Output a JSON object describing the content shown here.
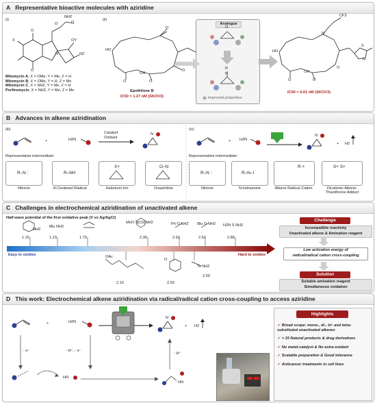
{
  "panels": {
    "a": {
      "letter": "A",
      "title": "Representative bioactive molecules with aziridine"
    },
    "b": {
      "letter": "B",
      "title": "Advances in alkene aziridination"
    },
    "c": {
      "letter": "C",
      "title": "Challenges in electrochemical aziridination of unactivated alkene"
    },
    "d": {
      "letter": "D",
      "title": "This work: Electrochemical alkene aziridination via radical/radical cation cross-coupling to access aziridine"
    }
  },
  "a": {
    "label_i": "(i)",
    "label_ii": "(ii)",
    "mito_labels": {
      "nh2": "NH2",
      "x": "X",
      "y": "Y",
      "z": "Z",
      "o1": "O",
      "o2": "O",
      "o3": "O",
      "oy": "OY",
      "nz": "NZ",
      "n": "N",
      "o4": "O"
    },
    "mitomycins": [
      {
        "name": "Mitomycin A",
        "subs": ", X = OMe, Y = Me, Z = H"
      },
      {
        "name": "Mitomycin B",
        "subs": ", X = OMe, Y = H, Z = Me"
      },
      {
        "name": "Mitomycin C",
        "subs": ", X = NH2, Y = Me, Z = H"
      },
      {
        "name": "Porfiromycin",
        "subs": ", X = NH2, Y = Me, Z = Me"
      }
    ],
    "epo_labels": {
      "ho": "HO",
      "oh": "OH",
      "o1": "O",
      "o2": "O",
      "o3": "O",
      "o4": "O",
      "s": "S",
      "n": "N"
    },
    "epothilone_name": "Epothilone B",
    "epothilone_ic50": "IC50 = 1.27 nM (SKOV3)",
    "analogue_label": "Analogue",
    "analogue_o": "O",
    "analogue_n": "N",
    "analogue_r": "R",
    "improved": "improved properties",
    "product_labels": {
      "cf3": "CF3",
      "n": "N",
      "ho": "HO",
      "oh": "OH",
      "o1": "O",
      "o2": "O",
      "o3": "O",
      "s": "S",
      "n2": "N"
    },
    "product_ic50": "IC50 = 0.01 nM (SKOV3)"
  },
  "b": {
    "label_iii": "(iii)",
    "label_iv": "(iv)",
    "plus": "+",
    "h2n": "H2N",
    "r": "R",
    "catalyst": "Catalyst",
    "oxidant": "Oxidant",
    "n": "N",
    "h2": "H2",
    "rep_left": "Representative intermediate:",
    "rep_right": "Representative intermediate:",
    "left_cards": [
      {
        "formula": "R–N :",
        "caption": "Nitrene"
      },
      {
        "formula": "R–NH",
        "caption": "N-Centered Radical"
      },
      {
        "formula": "X+",
        "caption": "Halonium Ion"
      },
      {
        "formula": "O–N",
        "caption": "Oxaziridine"
      }
    ],
    "right_cards": [
      {
        "formula": "R–N :",
        "caption": "Nitrene"
      },
      {
        "formula": "R–N–I",
        "caption": "N-Iodoamine"
      },
      {
        "formula": "R·+",
        "caption": "Alkene Radical Cation"
      },
      {
        "formula": "S+  S+",
        "caption": "Dicationic Alkene-Thianthrene Adduct"
      }
    ]
  },
  "c": {
    "subtitle": "Half-wave potential of the first oxidative peak (V vs Ag/AgCl)",
    "easy": "Easy to oxidize",
    "hard": "Hard to oxidize",
    "potentials_top": [
      {
        "value": "1.15",
        "label": "NH2"
      },
      {
        "value": "1.23",
        "label": "tBu NH2"
      },
      {
        "value": "1.75",
        "label": ""
      },
      {
        "value": "2.36",
        "label": "MeO  S(O2)NH2"
      },
      {
        "value": "2.52",
        "label": "Ph  O  NH2"
      },
      {
        "value": "2.62",
        "label": "tBu  O  NH2"
      },
      {
        "value": "2.86",
        "label": "H2N S NH2"
      }
    ],
    "potentials_bottom": [
      {
        "value": "2.10",
        "label": "OAc"
      },
      {
        "value": "2.50",
        "label": "O"
      },
      {
        "value": "2.50b",
        "label": "Ts NH2"
      }
    ],
    "bottom_values": [
      "2.10",
      "2.50",
      "2.50"
    ],
    "challenge_title": "Challenge",
    "challenge_text": "Incompatible reactivity\nUnactivated alkene & Amination reagent",
    "low_act": "Low activation energy of\nradical/radical cation cross-coupling",
    "solution_title": "Solution",
    "solution_text": "Suitable amination reagent\nSimultaneous oxidation"
  },
  "d": {
    "plus": "+",
    "h2n": "H2N",
    "r": "R",
    "n": "N",
    "h2": "H2",
    "e1": "- e⁻",
    "e2": "- H⁺, - e⁻",
    "hplus": "- H⁺",
    "hn": "HN",
    "hn2": "HN",
    "highlights_title": "Highlights",
    "highlights": [
      "Broad scope: mono-, di-, tri- and tetra-substituted unactivated alkenes",
      "> 15 Natural products & drug derivatives",
      "No metal-catalyst & No extra-oxidant",
      "Scalable preparation & Good tolerance",
      "Anticancer treatments in cell lines"
    ],
    "check": "✓"
  },
  "colors": {
    "accent": "#9e1c1c",
    "blue": "#2e3f8f",
    "red": "#b02020",
    "green": "#3ea53e"
  }
}
